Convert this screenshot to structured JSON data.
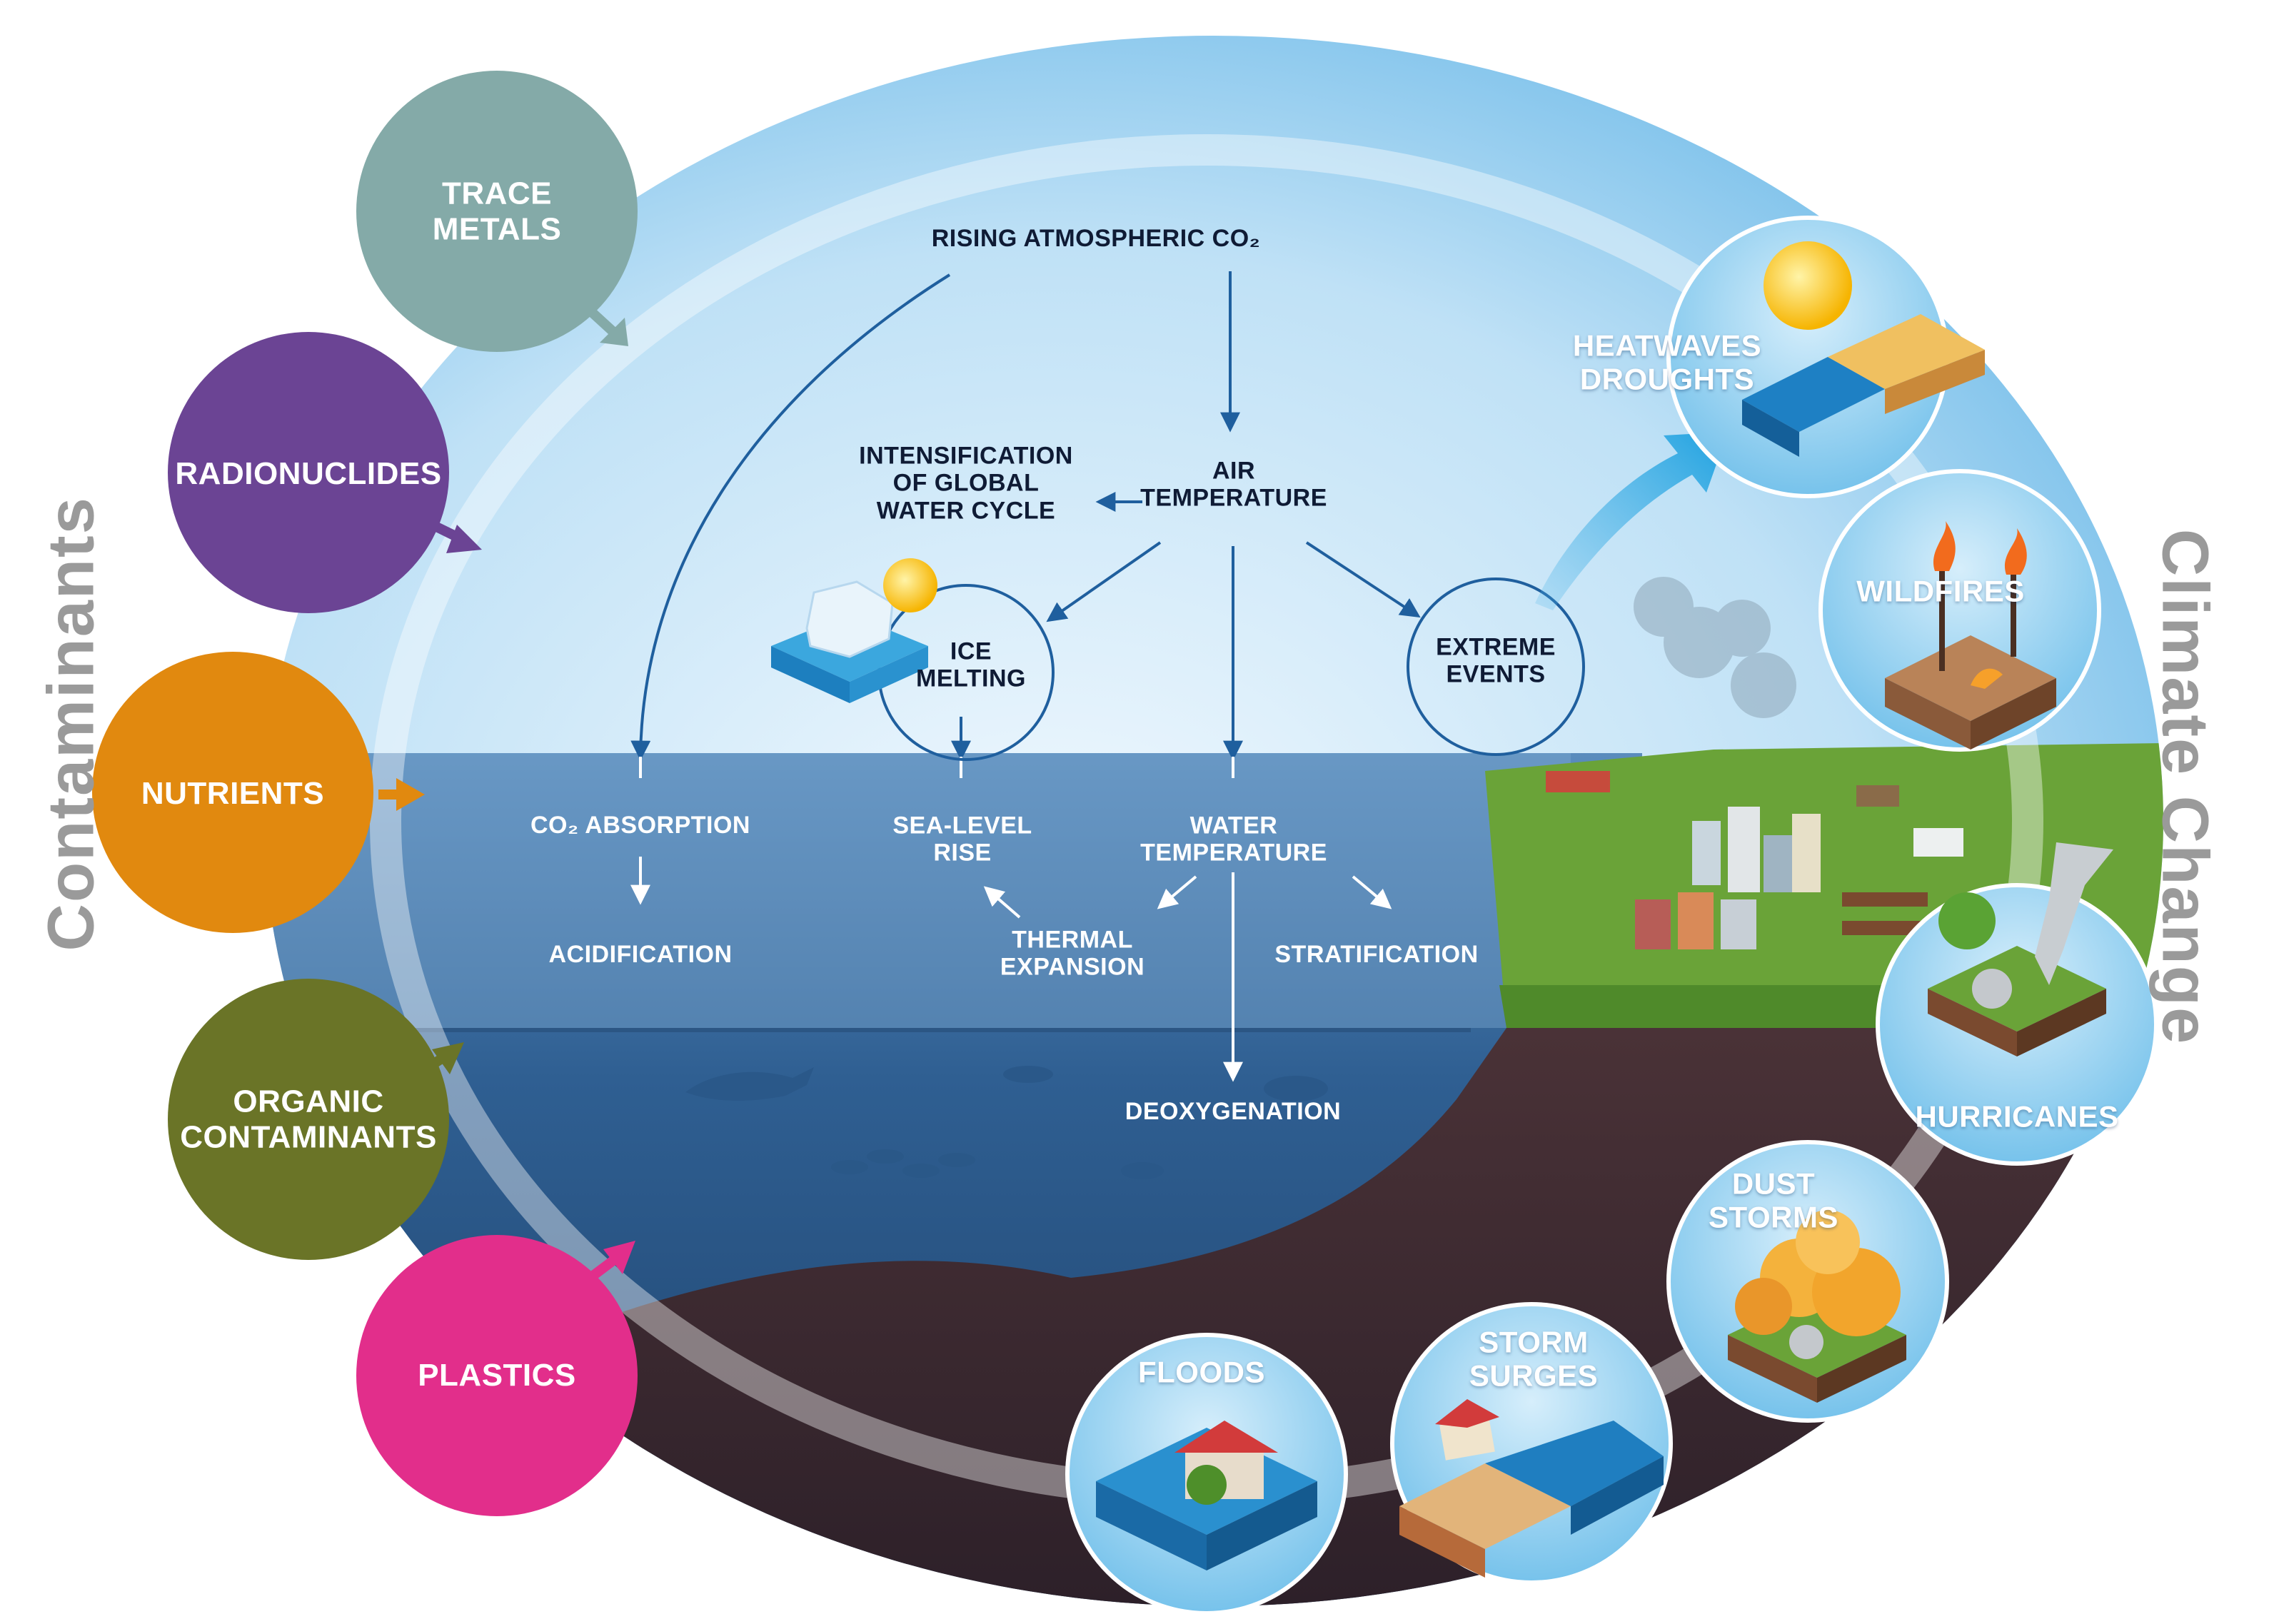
{
  "side_titles": {
    "contaminants": "Contaminants",
    "climate_change": "Climate Change"
  },
  "contaminants": [
    {
      "id": "trace-metals",
      "label": "TRACE\nMETALS",
      "color": "#84aaa8"
    },
    {
      "id": "radionuclides",
      "label": "RADIONUCLIDES",
      "color": "#6b4494"
    },
    {
      "id": "nutrients",
      "label": "NUTRIENTS",
      "color": "#e1890f"
    },
    {
      "id": "organic-contaminants",
      "label": "ORGANIC\nCONTAMINANTS",
      "color": "#6a7427"
    },
    {
      "id": "plastics",
      "label": "PLASTICS",
      "color": "#e22e8b"
    }
  ],
  "atmosphere": {
    "rising_co2": "RISING ATMOSPHERIC CO₂",
    "air_temperature": "AIR\nTEMPERATURE",
    "water_cycle": "INTENSIFICATION\nOF GLOBAL\nWATER CYCLE",
    "ice_melting": "ICE\nMELTING",
    "extreme_events": "EXTREME\nEVENTS"
  },
  "ocean": {
    "co2_absorption": "CO₂ ABSORPTION",
    "acidification": "ACIDIFICATION",
    "sea_level_rise": "SEA-LEVEL\nRISE",
    "water_temperature": "WATER\nTEMPERATURE",
    "thermal_expansion": "THERMAL\nEXPANSION",
    "stratification": "STRATIFICATION",
    "deoxygenation": "DEOXYGENATION"
  },
  "impacts": [
    {
      "id": "heatwaves-droughts",
      "label": "HEATWAVES\nDROUGHTS"
    },
    {
      "id": "wildfires",
      "label": "WILDFIRES"
    },
    {
      "id": "hurricanes",
      "label": "HURRICANES"
    },
    {
      "id": "dust-storms",
      "label": "DUST\nSTORMS"
    },
    {
      "id": "storm-surges",
      "label": "STORM\nSURGES"
    },
    {
      "id": "floods",
      "label": "FLOODS"
    }
  ],
  "colors": {
    "sky_top": "#4fb0e6",
    "sky_bottom": "#d7eefb",
    "ocean_surface": "#5f8fbf",
    "ocean_deep": "#1f4a78",
    "seafloor": "#3b2a32",
    "arrow": "#1f5f9e",
    "land": "#6aa338"
  }
}
